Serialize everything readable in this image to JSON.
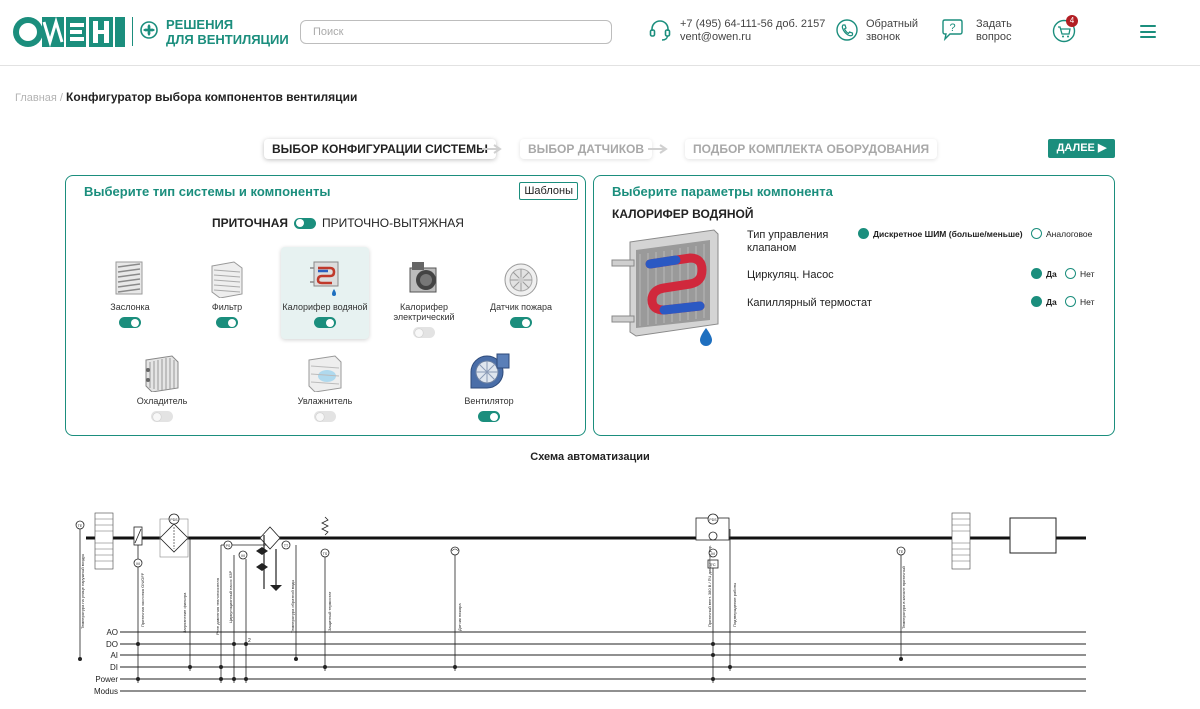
{
  "header": {
    "brand_sub_line1": "РЕШЕНИЯ",
    "brand_sub_line2": "ДЛЯ ВЕНТИЛЯЦИИ",
    "search_placeholder": "Поиск",
    "phone": "+7 (495) 64-111-56 доб. 2157",
    "email": "vent@owen.ru",
    "callback_line1": "Обратный",
    "callback_line2": "звонок",
    "ask_line1": "Задать",
    "ask_line2": "вопрос",
    "cart_count": "4"
  },
  "breadcrumb": {
    "home": "Главная",
    "separator": " / ",
    "current": "Конфигуратор выбора компонентов вентиляции"
  },
  "steps": [
    {
      "label": "Выбор конфигурации системы"
    },
    {
      "label": "Выбор датчиков"
    },
    {
      "label": "Подбор комплекта оборудования"
    }
  ],
  "next_label": "ДАЛЕЕ ▶",
  "left_panel": {
    "title": "Выберите тип системы и компоненты",
    "templates": "Шаблоны",
    "system_a": "ПРИТОЧНАЯ",
    "system_b": "ПРИТОЧНО-ВЫТЯЖНАЯ",
    "components": [
      {
        "label": "Заслонка",
        "enabled": true
      },
      {
        "label": "Фильтр",
        "enabled": true
      },
      {
        "label": "Калорифер водяной",
        "enabled": true,
        "selected": true
      },
      {
        "label": "Калорифер электрический",
        "enabled": false
      },
      {
        "label": "Датчик пожара",
        "enabled": true
      },
      {
        "label": "Охладитель",
        "enabled": false
      },
      {
        "label": "Увлажнитель",
        "enabled": false
      },
      {
        "label": "Вентилятор",
        "enabled": true
      }
    ]
  },
  "right_panel": {
    "title": "Выберите параметры компонента",
    "component_name": "КАЛОРИФЕР ВОДЯНОЙ",
    "params": [
      {
        "label_line1": "Тип управления",
        "label_line2": "клапаном",
        "opt1": "Дискретное ШИМ (больше/меньше)",
        "opt2": "Аналоговое",
        "selected": 1
      },
      {
        "label_line1": "Циркуляц. Насос",
        "opt1": "Да",
        "opt2": "Нет",
        "selected": 1
      },
      {
        "label_line1": "Капиллярный термостат",
        "opt1": "Да",
        "opt2": "Нет",
        "selected": 1
      }
    ]
  },
  "schema": {
    "title": "Схема автоматизации",
    "bus_labels": [
      "AO",
      "DO",
      "AI",
      "DI",
      "Power",
      "Modus"
    ],
    "vertical_labels": [
      "Температура на улице наружный воздух",
      "Приточная заслонка ON/OFF",
      "Загрязнение фильтра",
      "Реле давления теплоносителя",
      "Циркуляционный насос КЗР",
      "Температура обратной воды",
      "Защитный термостат",
      "Датчик пожара",
      "Приточный вент. 380 В / ПЧ дискретное упр.",
      "Подтверждение работы",
      "Температура в канале приточный"
    ],
    "tags": [
      "TE",
      "M",
      "PDS",
      "PS",
      "M",
      "TT",
      "TS",
      "PDS",
      "M",
      "FC",
      "TE"
    ],
    "bus_tap_number": "2"
  },
  "colors": {
    "accent": "#1b8e7d",
    "brand_red": "#b21e23",
    "inactive": "#a8a8a8"
  }
}
